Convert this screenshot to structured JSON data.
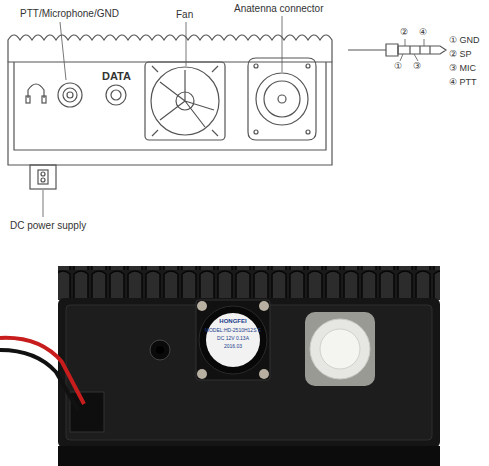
{
  "diagram": {
    "labels": [
      "PTT/Microphone/GND",
      "DATA",
      "Fan",
      "Anatenna connector",
      "DC power supply",
      "②",
      "④",
      "①",
      "③",
      "① GND",
      "② SP",
      "③ MIC",
      "④ PTT",
      "HONGFEI",
      "MODEL:HD-2510H12S E",
      "DC 12V 0.13A",
      "2016.03"
    ]
  }
}
